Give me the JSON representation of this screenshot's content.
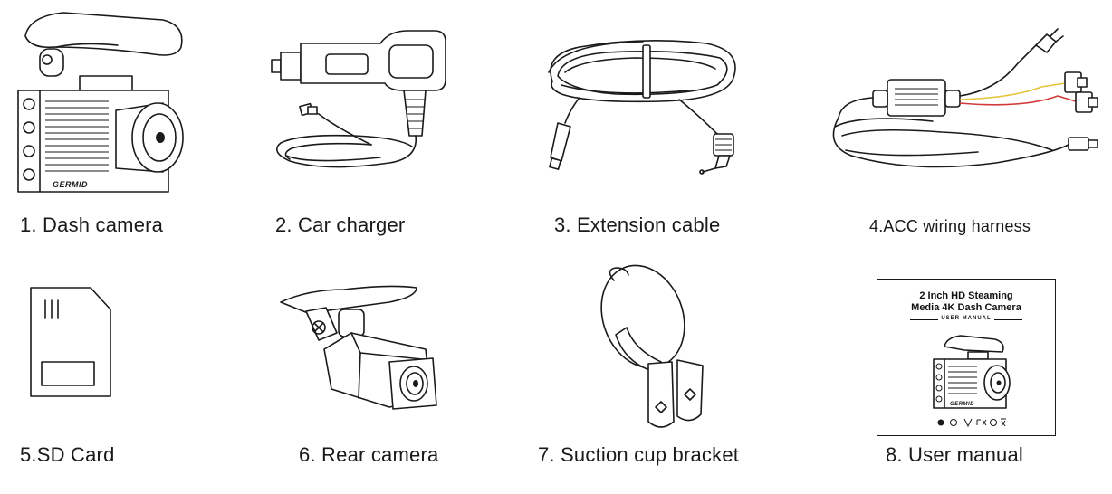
{
  "items": [
    {
      "caption": "1. Dash camera",
      "icon": "dash-camera-icon"
    },
    {
      "caption": "2. Car charger",
      "icon": "car-charger-icon"
    },
    {
      "caption": "3. Extension cable",
      "icon": "extension-cable-icon"
    },
    {
      "caption": "4.ACC  wiring harness",
      "icon": "acc-wiring-harness-icon"
    },
    {
      "caption": "5.SD Card",
      "icon": "sd-card-icon"
    },
    {
      "caption": "6. Rear camera",
      "icon": "rear-camera-icon"
    },
    {
      "caption": "7. Suction cup bracket",
      "icon": "suction-cup-bracket-icon"
    },
    {
      "caption": "8. User manual",
      "icon": "user-manual-icon"
    }
  ],
  "dash_camera_brand": "GERMID",
  "manual": {
    "title_line1": "2 Inch HD Steaming",
    "title_line2": "Media 4K Dash Camera",
    "subtitle": "USER MANUAL",
    "brand": "GERMID"
  }
}
